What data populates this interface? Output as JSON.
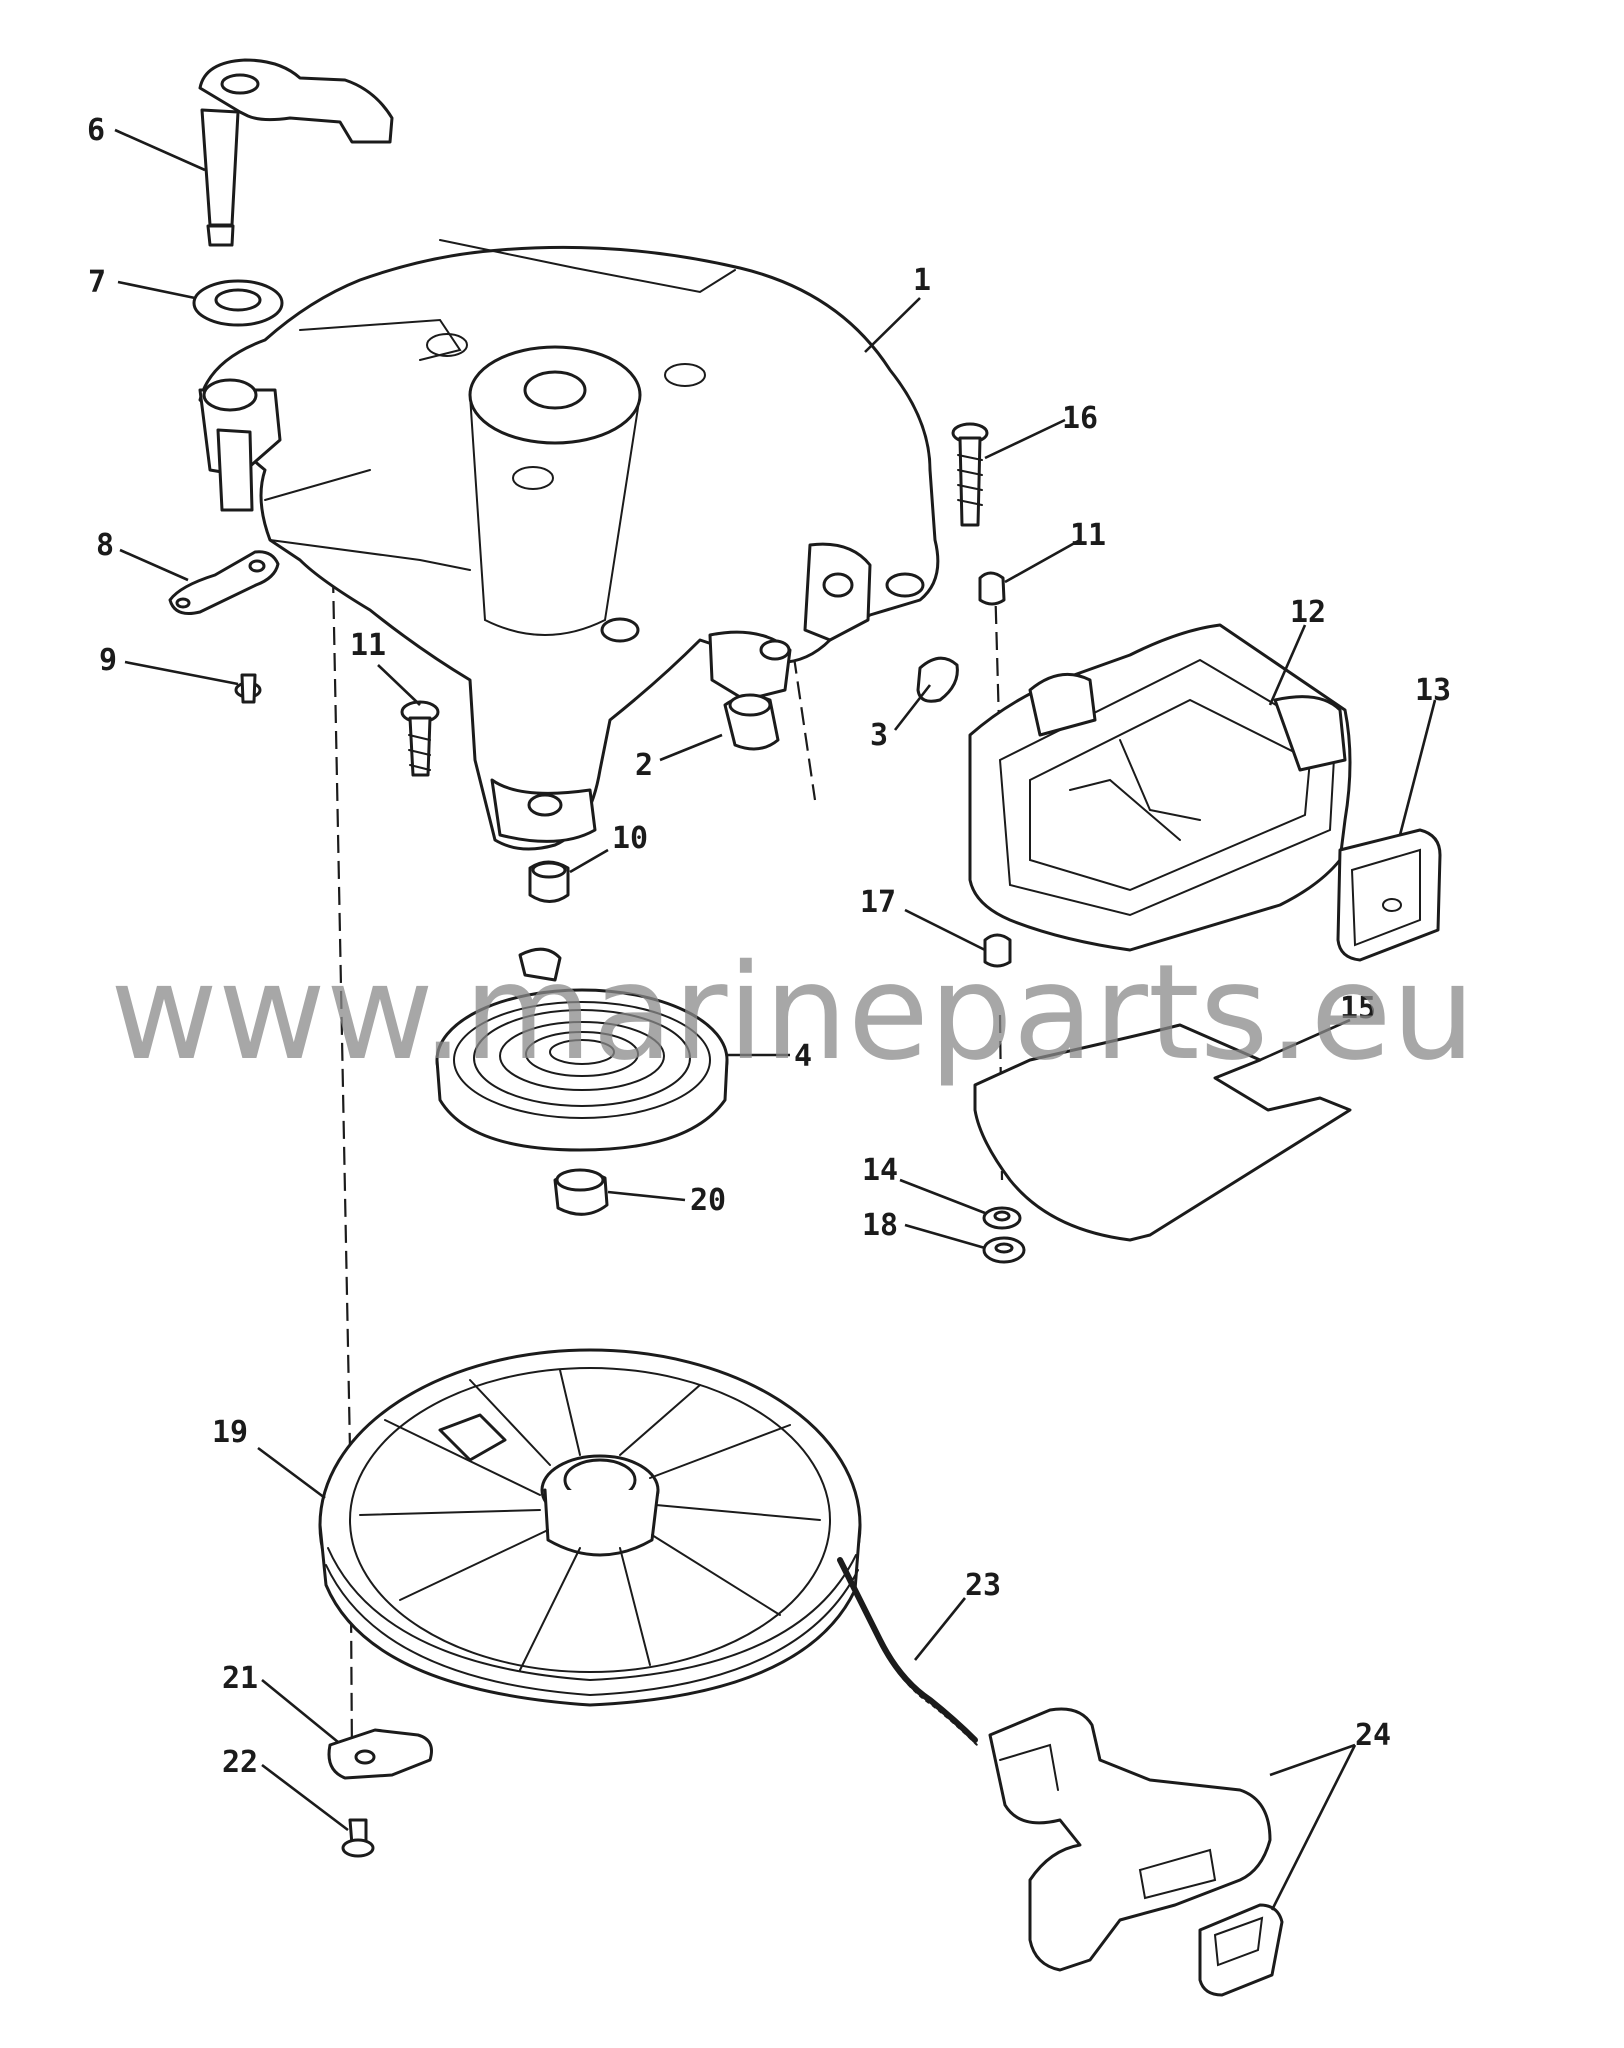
{
  "watermark": "www.marineparts.eu",
  "callouts": [
    {
      "id": "6",
      "label": "6"
    },
    {
      "id": "7",
      "label": "7"
    },
    {
      "id": "1",
      "label": "1"
    },
    {
      "id": "16",
      "label": "16"
    },
    {
      "id": "8",
      "label": "8"
    },
    {
      "id": "11a",
      "label": "11"
    },
    {
      "id": "11b",
      "label": "11"
    },
    {
      "id": "12",
      "label": "12"
    },
    {
      "id": "9",
      "label": "9"
    },
    {
      "id": "3",
      "label": "3"
    },
    {
      "id": "2",
      "label": "2"
    },
    {
      "id": "13",
      "label": "13"
    },
    {
      "id": "10",
      "label": "10"
    },
    {
      "id": "17",
      "label": "17"
    },
    {
      "id": "15",
      "label": "15"
    },
    {
      "id": "4",
      "label": "4"
    },
    {
      "id": "20",
      "label": "20"
    },
    {
      "id": "14",
      "label": "14"
    },
    {
      "id": "18",
      "label": "18"
    },
    {
      "id": "19",
      "label": "19"
    },
    {
      "id": "23",
      "label": "23"
    },
    {
      "id": "21",
      "label": "21"
    },
    {
      "id": "24",
      "label": "24"
    },
    {
      "id": "22",
      "label": "22"
    }
  ]
}
